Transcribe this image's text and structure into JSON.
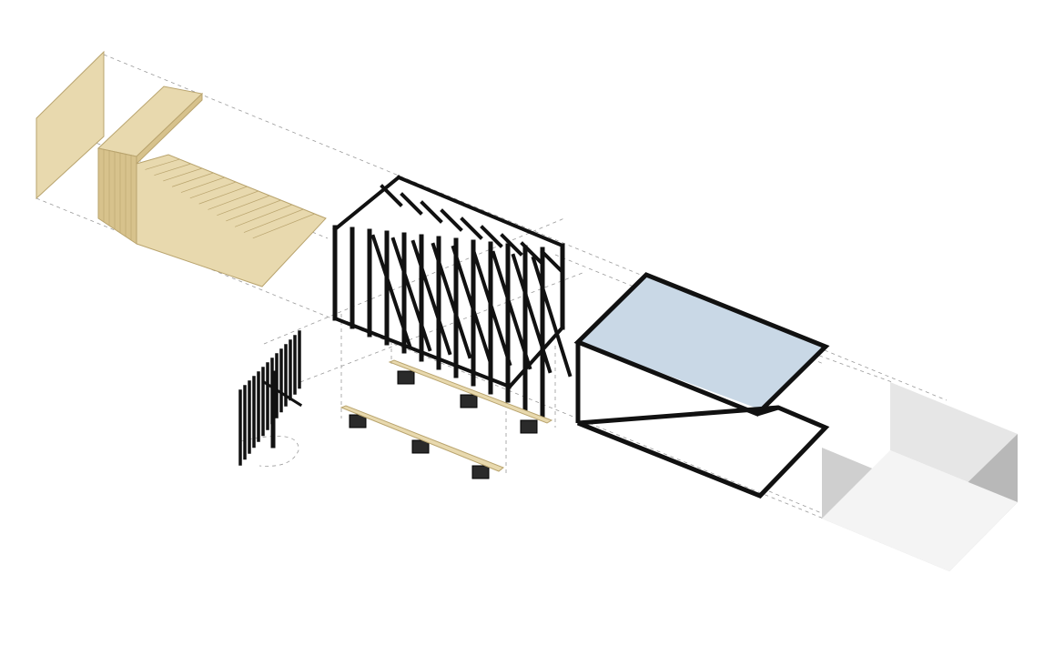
{
  "diagram": {
    "type": "exploded-axonometric",
    "components": [
      {
        "id": "timber-cladding-end-wall",
        "material": "timber"
      },
      {
        "id": "timber-bench-deck",
        "material": "timber"
      },
      {
        "id": "steel-frame-cage",
        "material": "black-steel"
      },
      {
        "id": "slatted-steel-fence-panel",
        "material": "black-steel"
      },
      {
        "id": "timber-sleepers-on-footings",
        "material": "timber-concrete"
      },
      {
        "id": "black-steel-frame-with-glazing",
        "material": "black-steel-glass"
      },
      {
        "id": "grey-volume-enclosure",
        "material": "grey"
      }
    ]
  },
  "colors": {
    "timber": "#e8d9ae",
    "timber_dark": "#d7c28c",
    "timber_line": "#b9a46e",
    "steel": "#111111",
    "glass": "#c9d8e6",
    "grey_light": "#e6e6e6",
    "grey_mid": "#cfcfcf",
    "grey_dark": "#b8b8b8",
    "guide": "#9a9a9a",
    "background": "#ffffff"
  }
}
